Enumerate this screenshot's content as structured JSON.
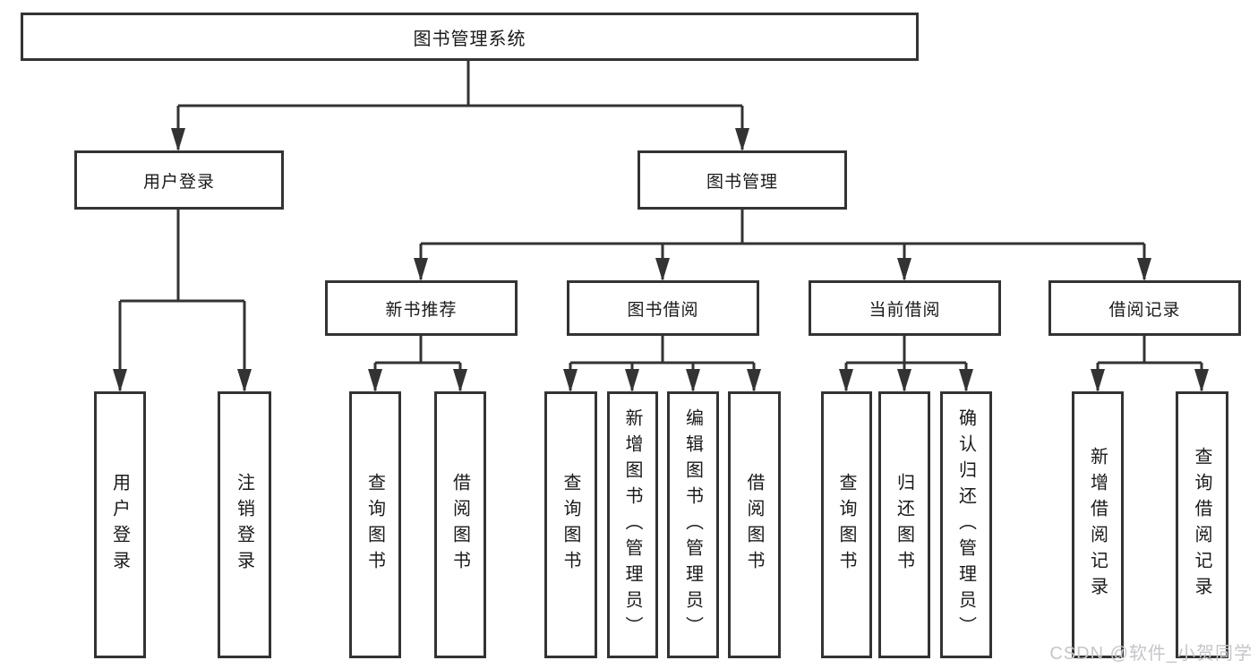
{
  "root": {
    "label": "图书管理系统"
  },
  "branches": [
    {
      "label": "用户登录",
      "children": [
        {
          "label": "用户登录"
        },
        {
          "label": "注销登录"
        }
      ]
    },
    {
      "label": "图书管理",
      "children": [
        {
          "label": "新书推荐",
          "children": [
            {
              "label": "查询图书"
            },
            {
              "label": "借阅图书"
            }
          ]
        },
        {
          "label": "图书借阅",
          "children": [
            {
              "label": "查询图书"
            },
            {
              "label": "新增图书（管理员）"
            },
            {
              "label": "编辑图书（管理员）"
            },
            {
              "label": "借阅图书"
            }
          ]
        },
        {
          "label": "当前借阅",
          "children": [
            {
              "label": "查询图书"
            },
            {
              "label": "归还图书"
            },
            {
              "label": "确认归还（管理员）"
            }
          ]
        },
        {
          "label": "借阅记录",
          "children": [
            {
              "label": "新增借阅记录"
            },
            {
              "label": "查询借阅记录"
            }
          ]
        }
      ]
    }
  ],
  "watermark": {
    "text": "CSDN @软件_小贺同学",
    "color": "#c6c6ca"
  },
  "colors": {
    "line": "#333333",
    "box_border": "#333333",
    "text": "#1a1a1a",
    "background": "#ffffff",
    "watermark": "#c6c6ca"
  }
}
